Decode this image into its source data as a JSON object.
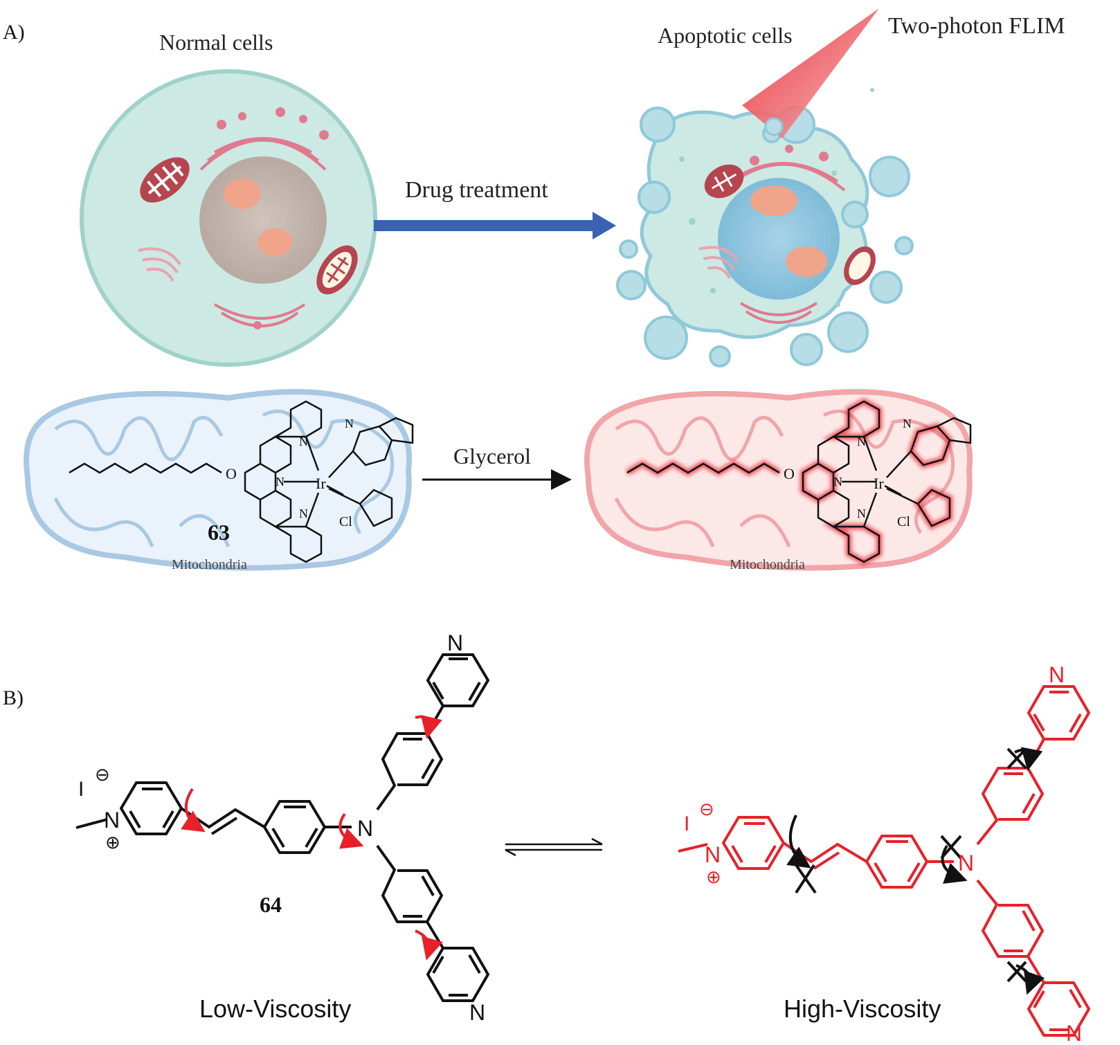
{
  "panel_a": {
    "label": "A)",
    "normal_cells": "Normal cells",
    "apoptotic_cells": "Apoptotic cells",
    "imaging": "Two-photon FLIM",
    "arrow_label": "Drug treatment",
    "reaction_label": "Glycerol",
    "compound_number": "63",
    "organelle_left": "Mitochondria",
    "organelle_right": "Mitochondria",
    "atoms": {
      "n": "N",
      "ir": "Ir",
      "cl": "Cl",
      "o": "O"
    }
  },
  "panel_b": {
    "label": "B)",
    "compound_number": "64",
    "left_state": "Low-Viscosity",
    "right_state": "High-Viscosity",
    "atoms": {
      "n": "N",
      "iodide": "I"
    },
    "charges": {
      "minus": "⊖",
      "plus": "⊕"
    }
  },
  "colors": {
    "cell_fill": "#cde9e4",
    "cell_stroke": "#9fd2c9",
    "arrow_blue": "#3a62b0",
    "organelle_pink": "#e07a8f",
    "mito_red": "#b5454e",
    "mito_blue": "#a9c8e3",
    "mito_pink": "#f1a5a9",
    "red": "#e8202a",
    "black": "#111111"
  }
}
